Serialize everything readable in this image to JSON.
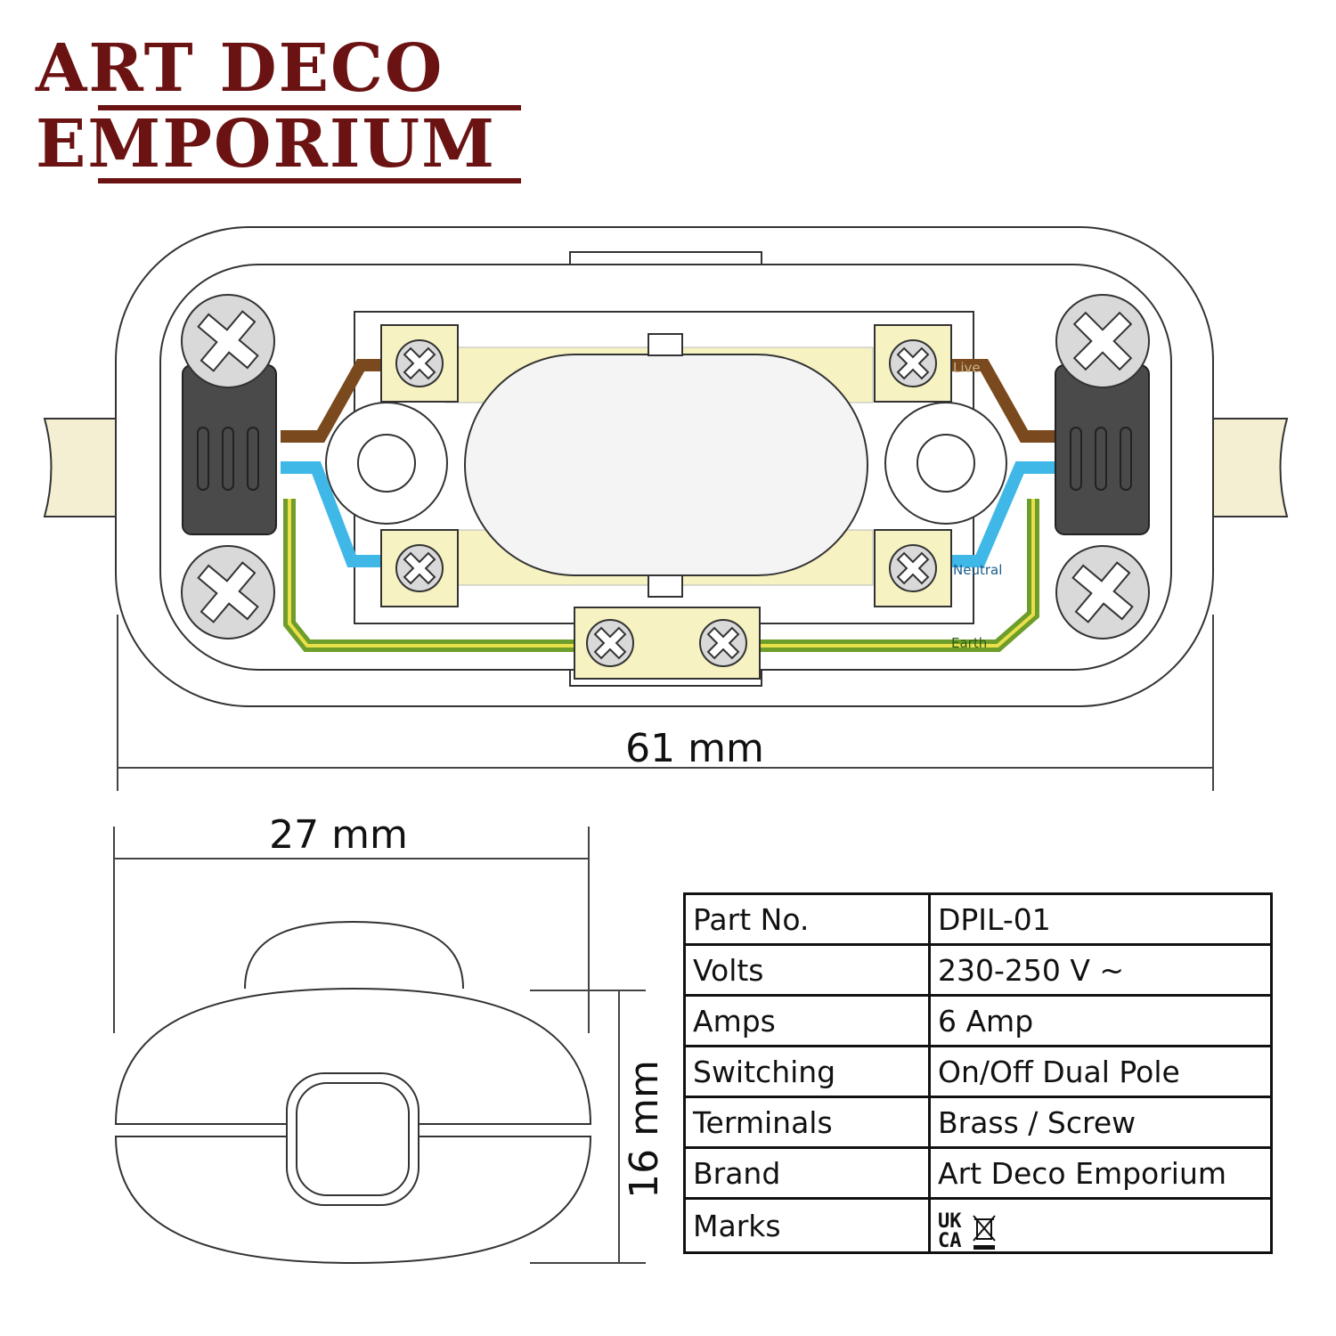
{
  "brand_logo": {
    "line1": "ART DECO",
    "line2": "EMPORIUM"
  },
  "dimensions": {
    "length": "61 mm",
    "width": "27 mm",
    "height": "16 mm"
  },
  "wire_labels": {
    "live": "Live",
    "neutral": "Neutral",
    "earth": "Earth"
  },
  "colors": {
    "live": "#7a4a1e",
    "neutral": "#3fb8e8",
    "earth": "#6d9d2a",
    "earth_stripe": "#e9e04a",
    "terminal": "#f6f2c2",
    "cable": "#f4efd2",
    "brand": "#6b1212"
  },
  "spec_table": [
    {
      "label": "Part No.",
      "value": "DPIL-01"
    },
    {
      "label": "Volts",
      "value": "230-250 V ~"
    },
    {
      "label": "Amps",
      "value": "6 Amp"
    },
    {
      "label": "Switching",
      "value": "On/Off Dual Pole"
    },
    {
      "label": "Terminals",
      "value": "Brass / Screw"
    },
    {
      "label": "Brand",
      "value": "Art Deco Emporium"
    },
    {
      "label": "Marks",
      "value": ""
    }
  ],
  "marks": {
    "ukca_top": "UK",
    "ukca_bottom": "CA",
    "weee_icon": "crossed-out-bin-icon"
  }
}
